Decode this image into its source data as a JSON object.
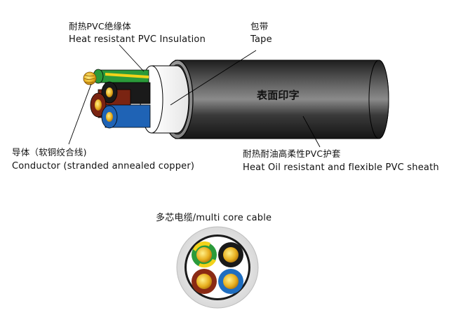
{
  "labels": {
    "insulation_cn": "耐热PVC绝缘体",
    "insulation_en": "Heat resistant PVC Insulation",
    "tape_cn": "包带",
    "tape_en": "Tape",
    "print_cn": "表面印字",
    "conductor_cn": "导体（软铜绞合线)",
    "conductor_en": "Conductor (stranded annealed  copper)",
    "sheath_cn": "耐热耐油高柔性PVC护套",
    "sheath_en": "Heat  Oil  resistant  and flexible  PVC sheath",
    "cross_section_title": "多芯电缆/multi core cable"
  },
  "colors": {
    "sheath": "#2a2a2a",
    "copper": "#e2a21a",
    "green_yellow": "#2b9a3a",
    "yellow": "#f2d21a",
    "black": "#1a1a1a",
    "brown": "#8a2a14",
    "blue": "#1f6ec0"
  },
  "icons": {
    "cable_side_view": "cable-side-icon",
    "cable_cross_section": "cable-cross-section-icon"
  }
}
